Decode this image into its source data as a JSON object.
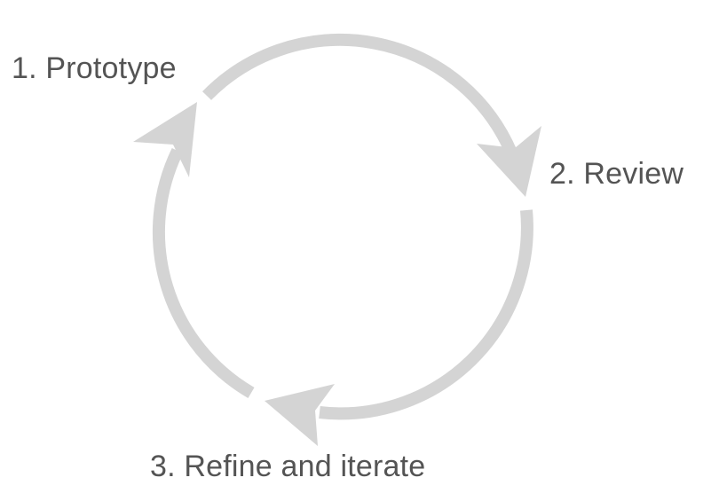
{
  "diagram": {
    "type": "cycle",
    "arrow_color": "#d4d4d4",
    "label_color": "#545454",
    "steps": [
      {
        "number": 1,
        "label": "1. Prototype"
      },
      {
        "number": 2,
        "label": "2. Review"
      },
      {
        "number": 3,
        "label": "3. Refine and iterate"
      }
    ],
    "flow": [
      {
        "from": "1. Prototype",
        "to": "2. Review",
        "direction": "clockwise"
      },
      {
        "from": "2. Review",
        "to": "3. Refine and iterate",
        "direction": "clockwise"
      },
      {
        "from": "3. Refine and iterate",
        "to": "1. Prototype",
        "direction": "clockwise"
      }
    ]
  }
}
